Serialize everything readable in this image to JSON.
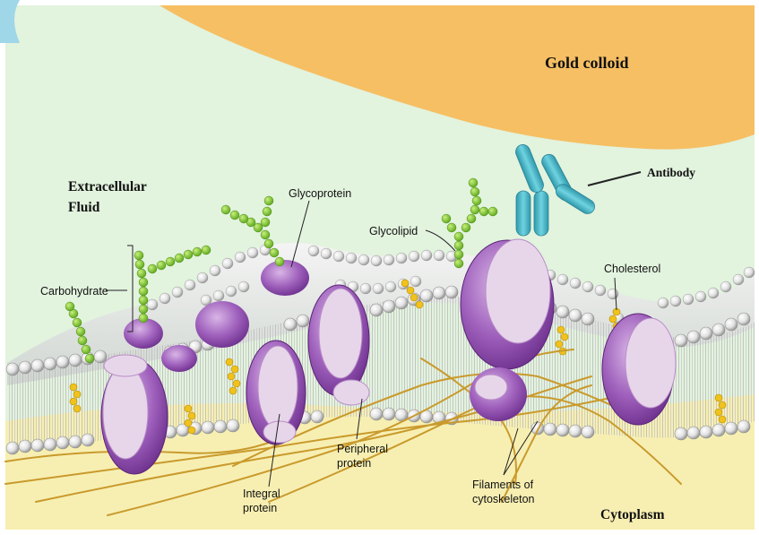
{
  "diagram": {
    "labels": {
      "gold_colloid": "Gold colloid",
      "antibody": "Antibody",
      "extracellular_line1": "Extracellular",
      "extracellular_line2": "Fluid",
      "glycoprotein": "Glycoprotein",
      "glycolipid": "Glycolipid",
      "carbohydrate": "Carbohydrate",
      "cholesterol": "Cholesterol",
      "peripheral_line1": "Peripheral",
      "peripheral_line2": "protein",
      "integral_line1": "Integral",
      "integral_line2": "protein",
      "filaments_line1": "Filaments of",
      "filaments_line2": "cytoskeleton",
      "cytoplasm": "Cytoplasm"
    },
    "colors": {
      "extracellular_fluid": "#e2f3de",
      "gold_colloid": "#f6bf63",
      "cytoplasm": "#f7efb2",
      "phospholipid_head": "#e9e9e9",
      "protein_purple": "#9a55b5",
      "protein_light": "#e7d6ea",
      "sugar_green": "#7fcc2e",
      "antibody_cyan": "#49b9c9",
      "cholesterol_yellow": "#f0c21d",
      "filament": "#c99a2c"
    }
  }
}
